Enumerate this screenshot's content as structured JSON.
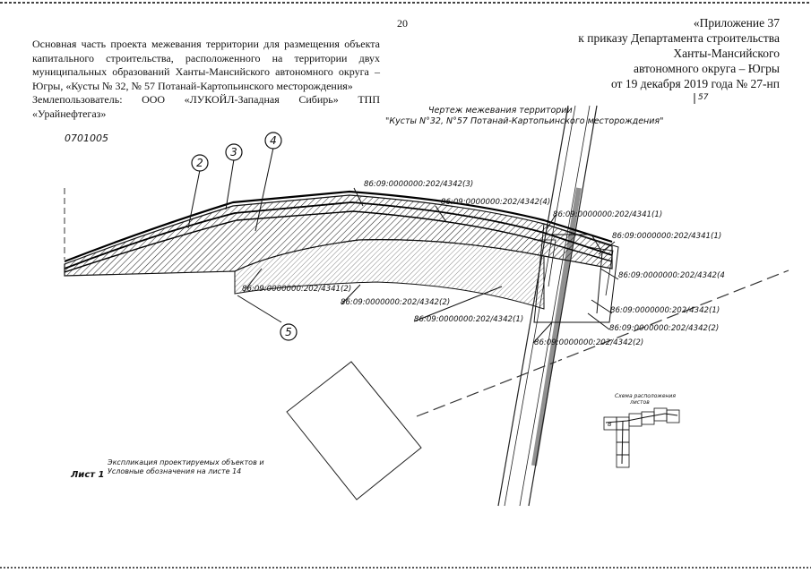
{
  "page_number": "20",
  "approval": {
    "line1": "«Приложение 37",
    "line2": "к приказу Департамента строительства",
    "line3": "Ханты-Мансийского",
    "line4": "автономного округа – Югры",
    "line5": "от 19 декабря 2019 года № 27-нп"
  },
  "description": "Основная часть проекта межевания территории для размещения объекта капитального строительства, расположенного на территории двух муниципальных образований Ханты-Мансийского автономного округа – Югры, «Кусты № 32, № 57 Потанай-Картопьинского месторождения»",
  "land_user": {
    "label": "Землепользователь:",
    "org1": "ООО",
    "org2": "«ЛУКОЙЛ-Западная",
    "org3": "Сибирь»",
    "org4": "ТПП",
    "org5": "«Урайнефтегаз»"
  },
  "drawing": {
    "title_line1": "Чертеж межевания территории",
    "title_line2": "\"Кусты N°32, N°57 Потанай-Картопьинского месторождения\"",
    "sheet_ref": "57",
    "quarter_number": "0701005",
    "callouts": [
      "2",
      "3",
      "4",
      "5"
    ],
    "parcel_labels": [
      "86:09:0000000:202/4342(3)",
      "86:09:0000000:202/4342(4)",
      "86:09:0000000:202/4341(1)",
      "86:09:0000000:202/4341(1)",
      "86:09:0000000:202/4342(4",
      "86:09:0000000:202/4341(2)",
      "86:09:0000000:202/4342(2)",
      "86:09:0000000:202/4342(1)",
      "86:09:0000000:202/4342(1)",
      "86:09:0000000:202/4342(2)",
      "86:09:0000000:202/4342(2)"
    ],
    "layout_title_line1": "Схема расположения",
    "layout_title_line2": "листов",
    "layout_sheet_label": "8",
    "notes_line1": "Экспликация проектируемых объектов и",
    "notes_line2": "Условные обозначения на листе 14",
    "sheet_label": "Лист 1"
  }
}
